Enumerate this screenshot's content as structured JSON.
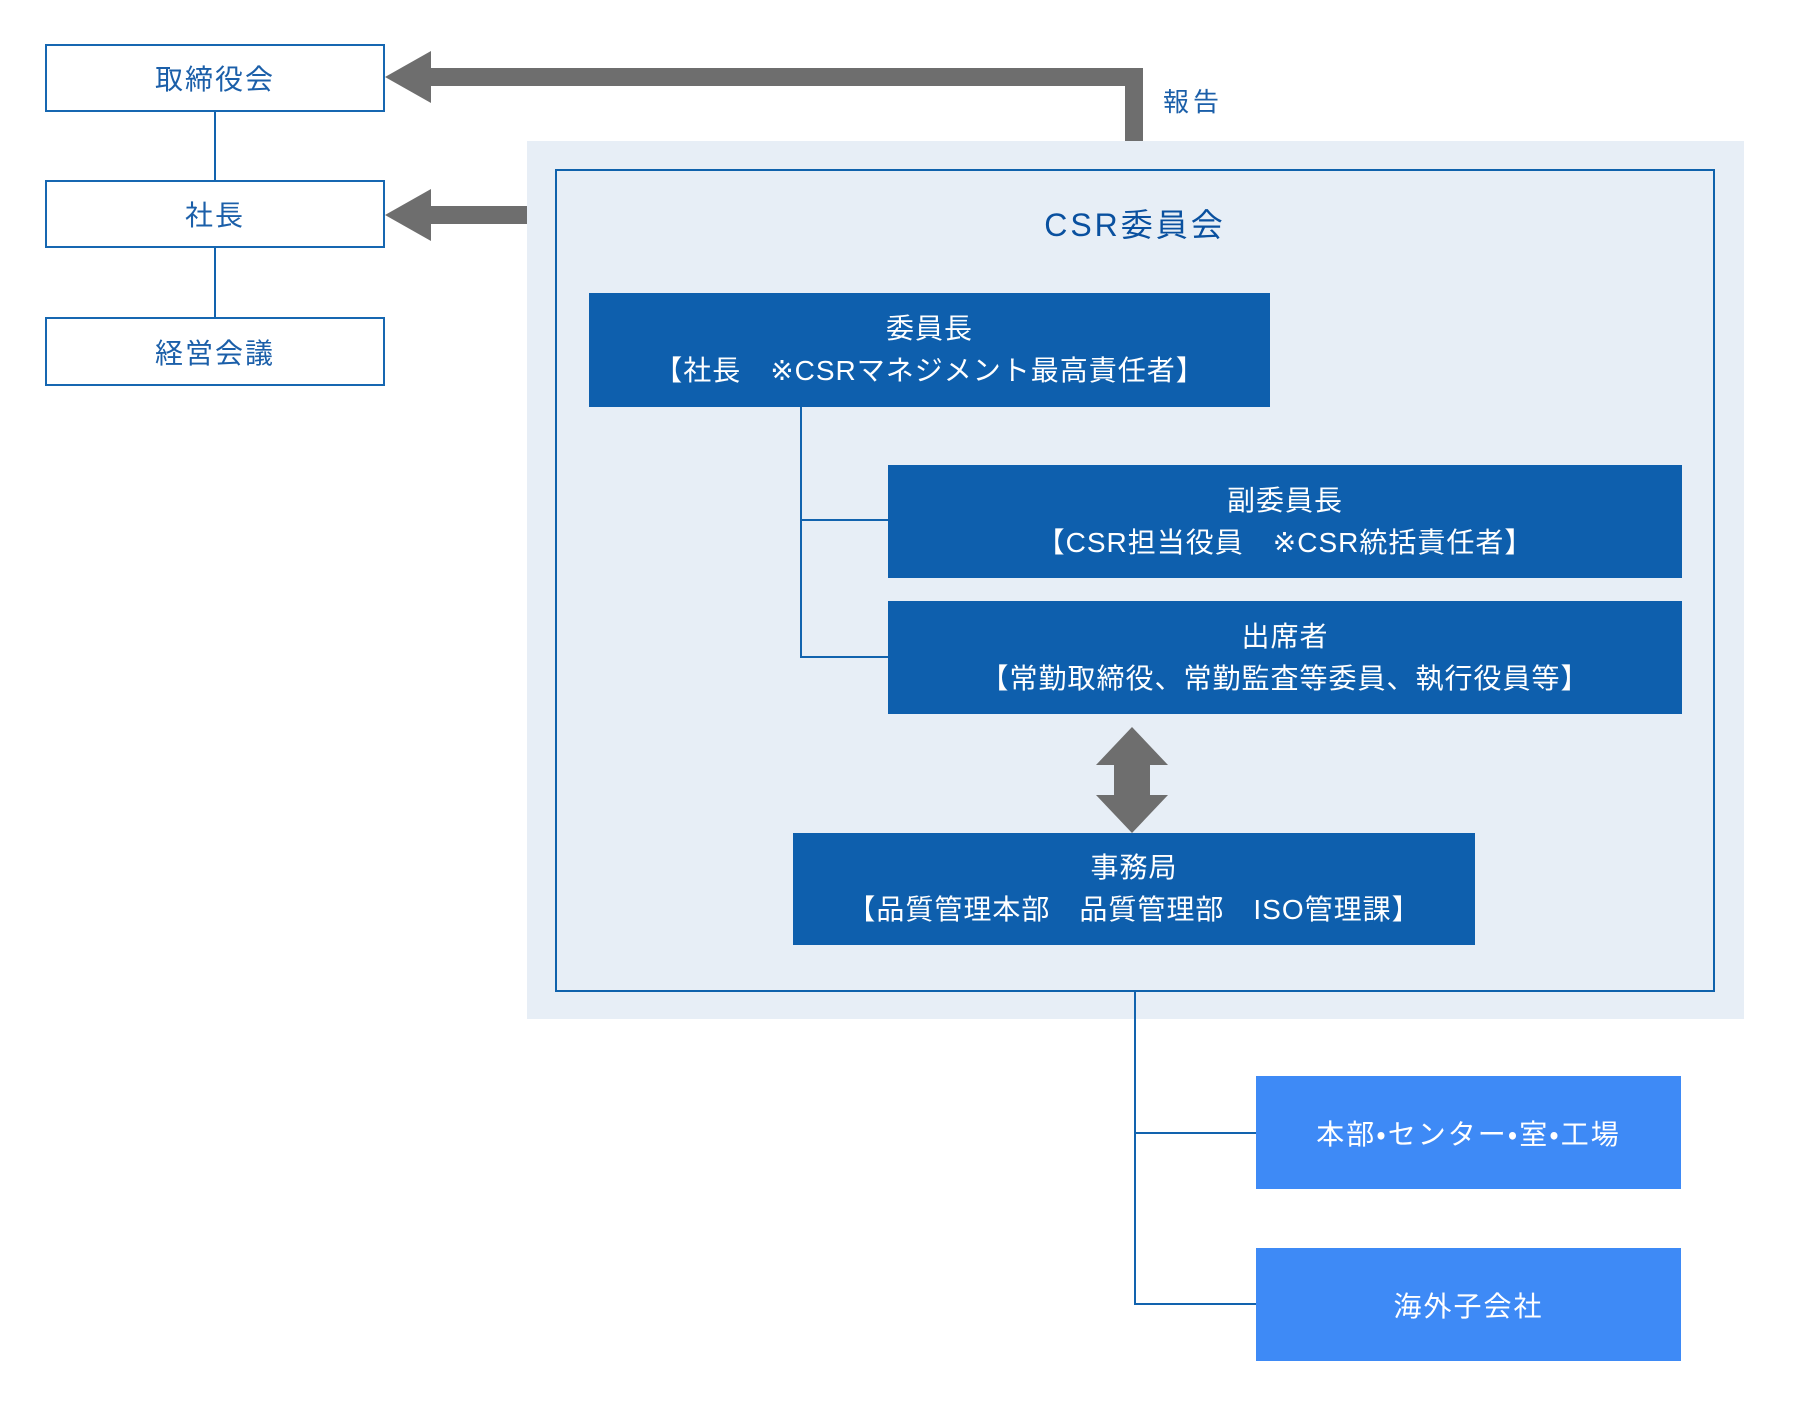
{
  "colors": {
    "node_dark_blue": "#0e5fad",
    "subordinate_bright_blue": "#3e8af6",
    "panel_light_blue": "#e7eef6",
    "line_border_blue": "#1263ae",
    "text_blue": "#1b5fa9",
    "title_blue": "#09509f",
    "arrow_gray": "#6e6e6e"
  },
  "org_left": {
    "boxes": [
      {
        "label": "取締役会"
      },
      {
        "label": "社長"
      },
      {
        "label": "経営会議"
      }
    ]
  },
  "report_arrow": {
    "label": "報告"
  },
  "csr_panel": {
    "title": "CSR委員会",
    "nodes": {
      "chairman": {
        "line1": "委員長",
        "line2": "【社長　※CSRマネジメント最高責任者】"
      },
      "vice_chairman": {
        "line1": "副委員長",
        "line2": "【CSR担当役員　※CSR統括責任者】"
      },
      "attendees": {
        "line1": "出席者",
        "line2": "【常勤取締役、常勤監査等委員、執行役員等】"
      },
      "secretariat": {
        "line1": "事務局",
        "line2": "【品質管理本部　品質管理部　ISO管理課】"
      }
    }
  },
  "subordinates": [
    {
      "label": "本部・センター・室・工場"
    },
    {
      "label": "海外子会社"
    }
  ]
}
